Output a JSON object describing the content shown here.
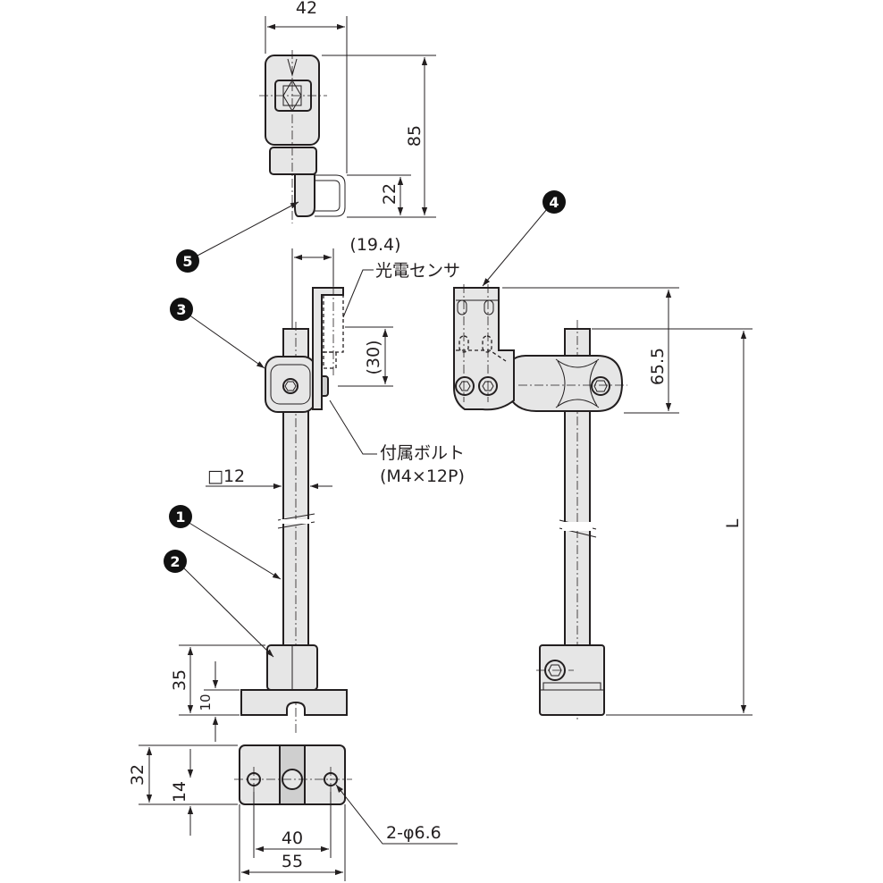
{
  "dimensions": {
    "top_width": "42",
    "top_height": "85",
    "top_lower": "22",
    "sensor_offset": "(19.4)",
    "sensor_height": "(30)",
    "rod_section": "□12",
    "base_height": "35",
    "base_plate": "10",
    "bracket_height": "65.5",
    "length": "L",
    "plate_depth": "32",
    "hole_offset": "14",
    "hole_pitch": "40",
    "plate_width": "55",
    "hole_spec": "2-φ6.6"
  },
  "labels": {
    "sensor": "光電センサ",
    "bolt_line1": "付属ボルト",
    "bolt_line2": "(M4×12P)"
  },
  "callouts": [
    "1",
    "2",
    "3",
    "4",
    "5"
  ],
  "colors": {
    "line": "#231f20",
    "fill": "#e6e6e6",
    "badge": "#111111"
  }
}
